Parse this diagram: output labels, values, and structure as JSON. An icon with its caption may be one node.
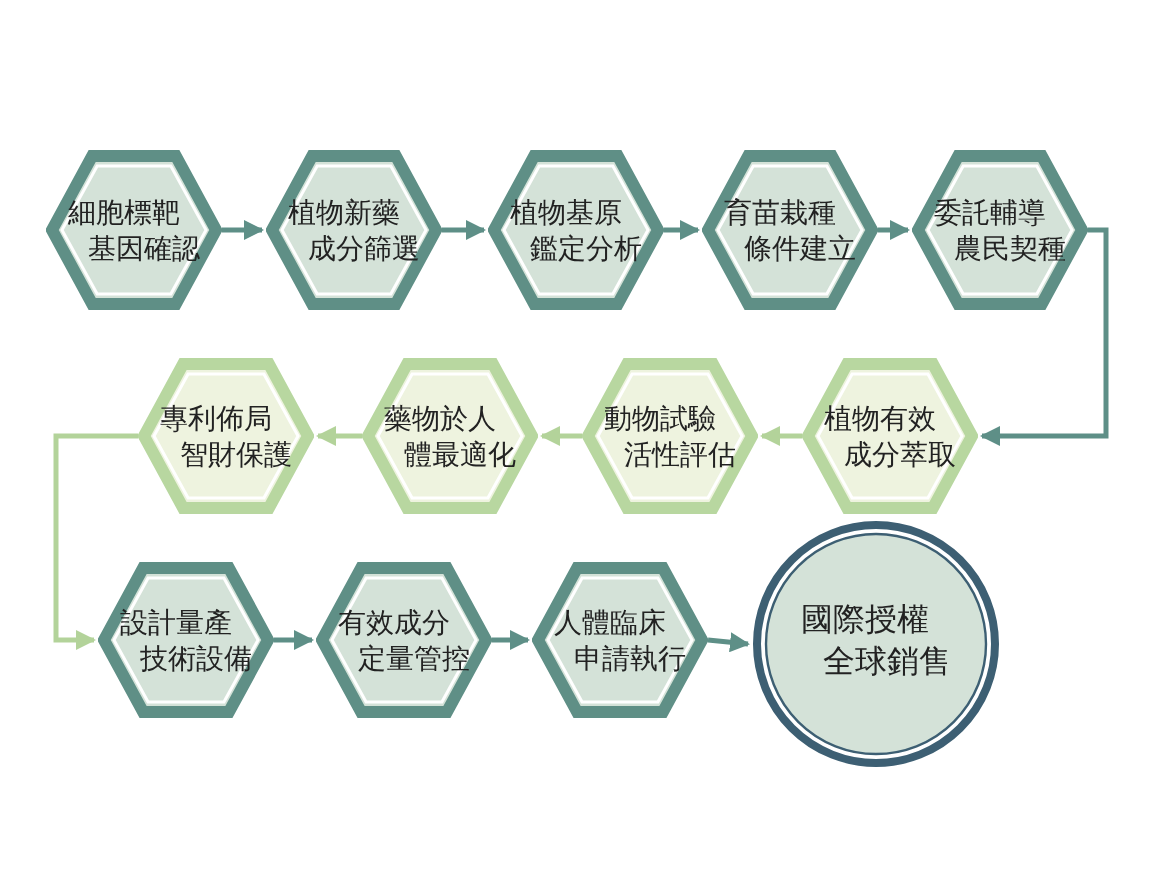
{
  "diagram": {
    "nodes": [
      {
        "text": [
          "細胞標靶基因確認"
        ]
      },
      {
        "text": [
          "植物新藥成分篩選"
        ]
      },
      {
        "text": [
          "植物基原鑑定分析"
        ]
      },
      {
        "text": [
          "育苗栽種條件建立"
        ]
      },
      {
        "text": [
          "委託輔導農民契種"
        ]
      },
      {
        "text": [
          "植物有效成分萃取"
        ]
      },
      {
        "text": [
          "動物試驗活性評估"
        ]
      },
      {
        "text": [
          "藥物於人體最適化"
        ]
      },
      {
        "text": [
          "專利佈局智財保護"
        ]
      },
      {
        "text": [
          "設計量產技術設備"
        ]
      },
      {
        "text": [
          "有效成分定量管控"
        ]
      },
      {
        "text": [
          "人體臨床申請執行"
        ]
      },
      {
        "text": [
          "國際授權全球銷售"
        ]
      }
    ],
    "edges": [
      {
        "from": 0,
        "to": 1,
        "arrow": "to"
      },
      {
        "from": 1,
        "to": 2,
        "arrow": "to"
      },
      {
        "from": 2,
        "to": 3,
        "arrow": "to"
      },
      {
        "from": 3,
        "to": 4,
        "arrow": "to"
      },
      {
        "from": 4,
        "to": 5,
        "arrow": "to"
      },
      {
        "from": 5,
        "to": 6,
        "arrow": "to",
        "color": "#b3d39a"
      },
      {
        "from": 6,
        "to": 7,
        "arrow": "to",
        "color": "#b3d39a"
      },
      {
        "from": 7,
        "to": 8,
        "arrow": "to",
        "color": "#b3d39a"
      },
      {
        "from": 8,
        "to": 9,
        "arrow": "to",
        "color": "#b3d39a"
      },
      {
        "from": 9,
        "to": 10,
        "arrow": "to"
      },
      {
        "from": 10,
        "to": 11,
        "arrow": "to"
      },
      {
        "from": 11,
        "to": 12,
        "arrow": "to"
      }
    ]
  }
}
